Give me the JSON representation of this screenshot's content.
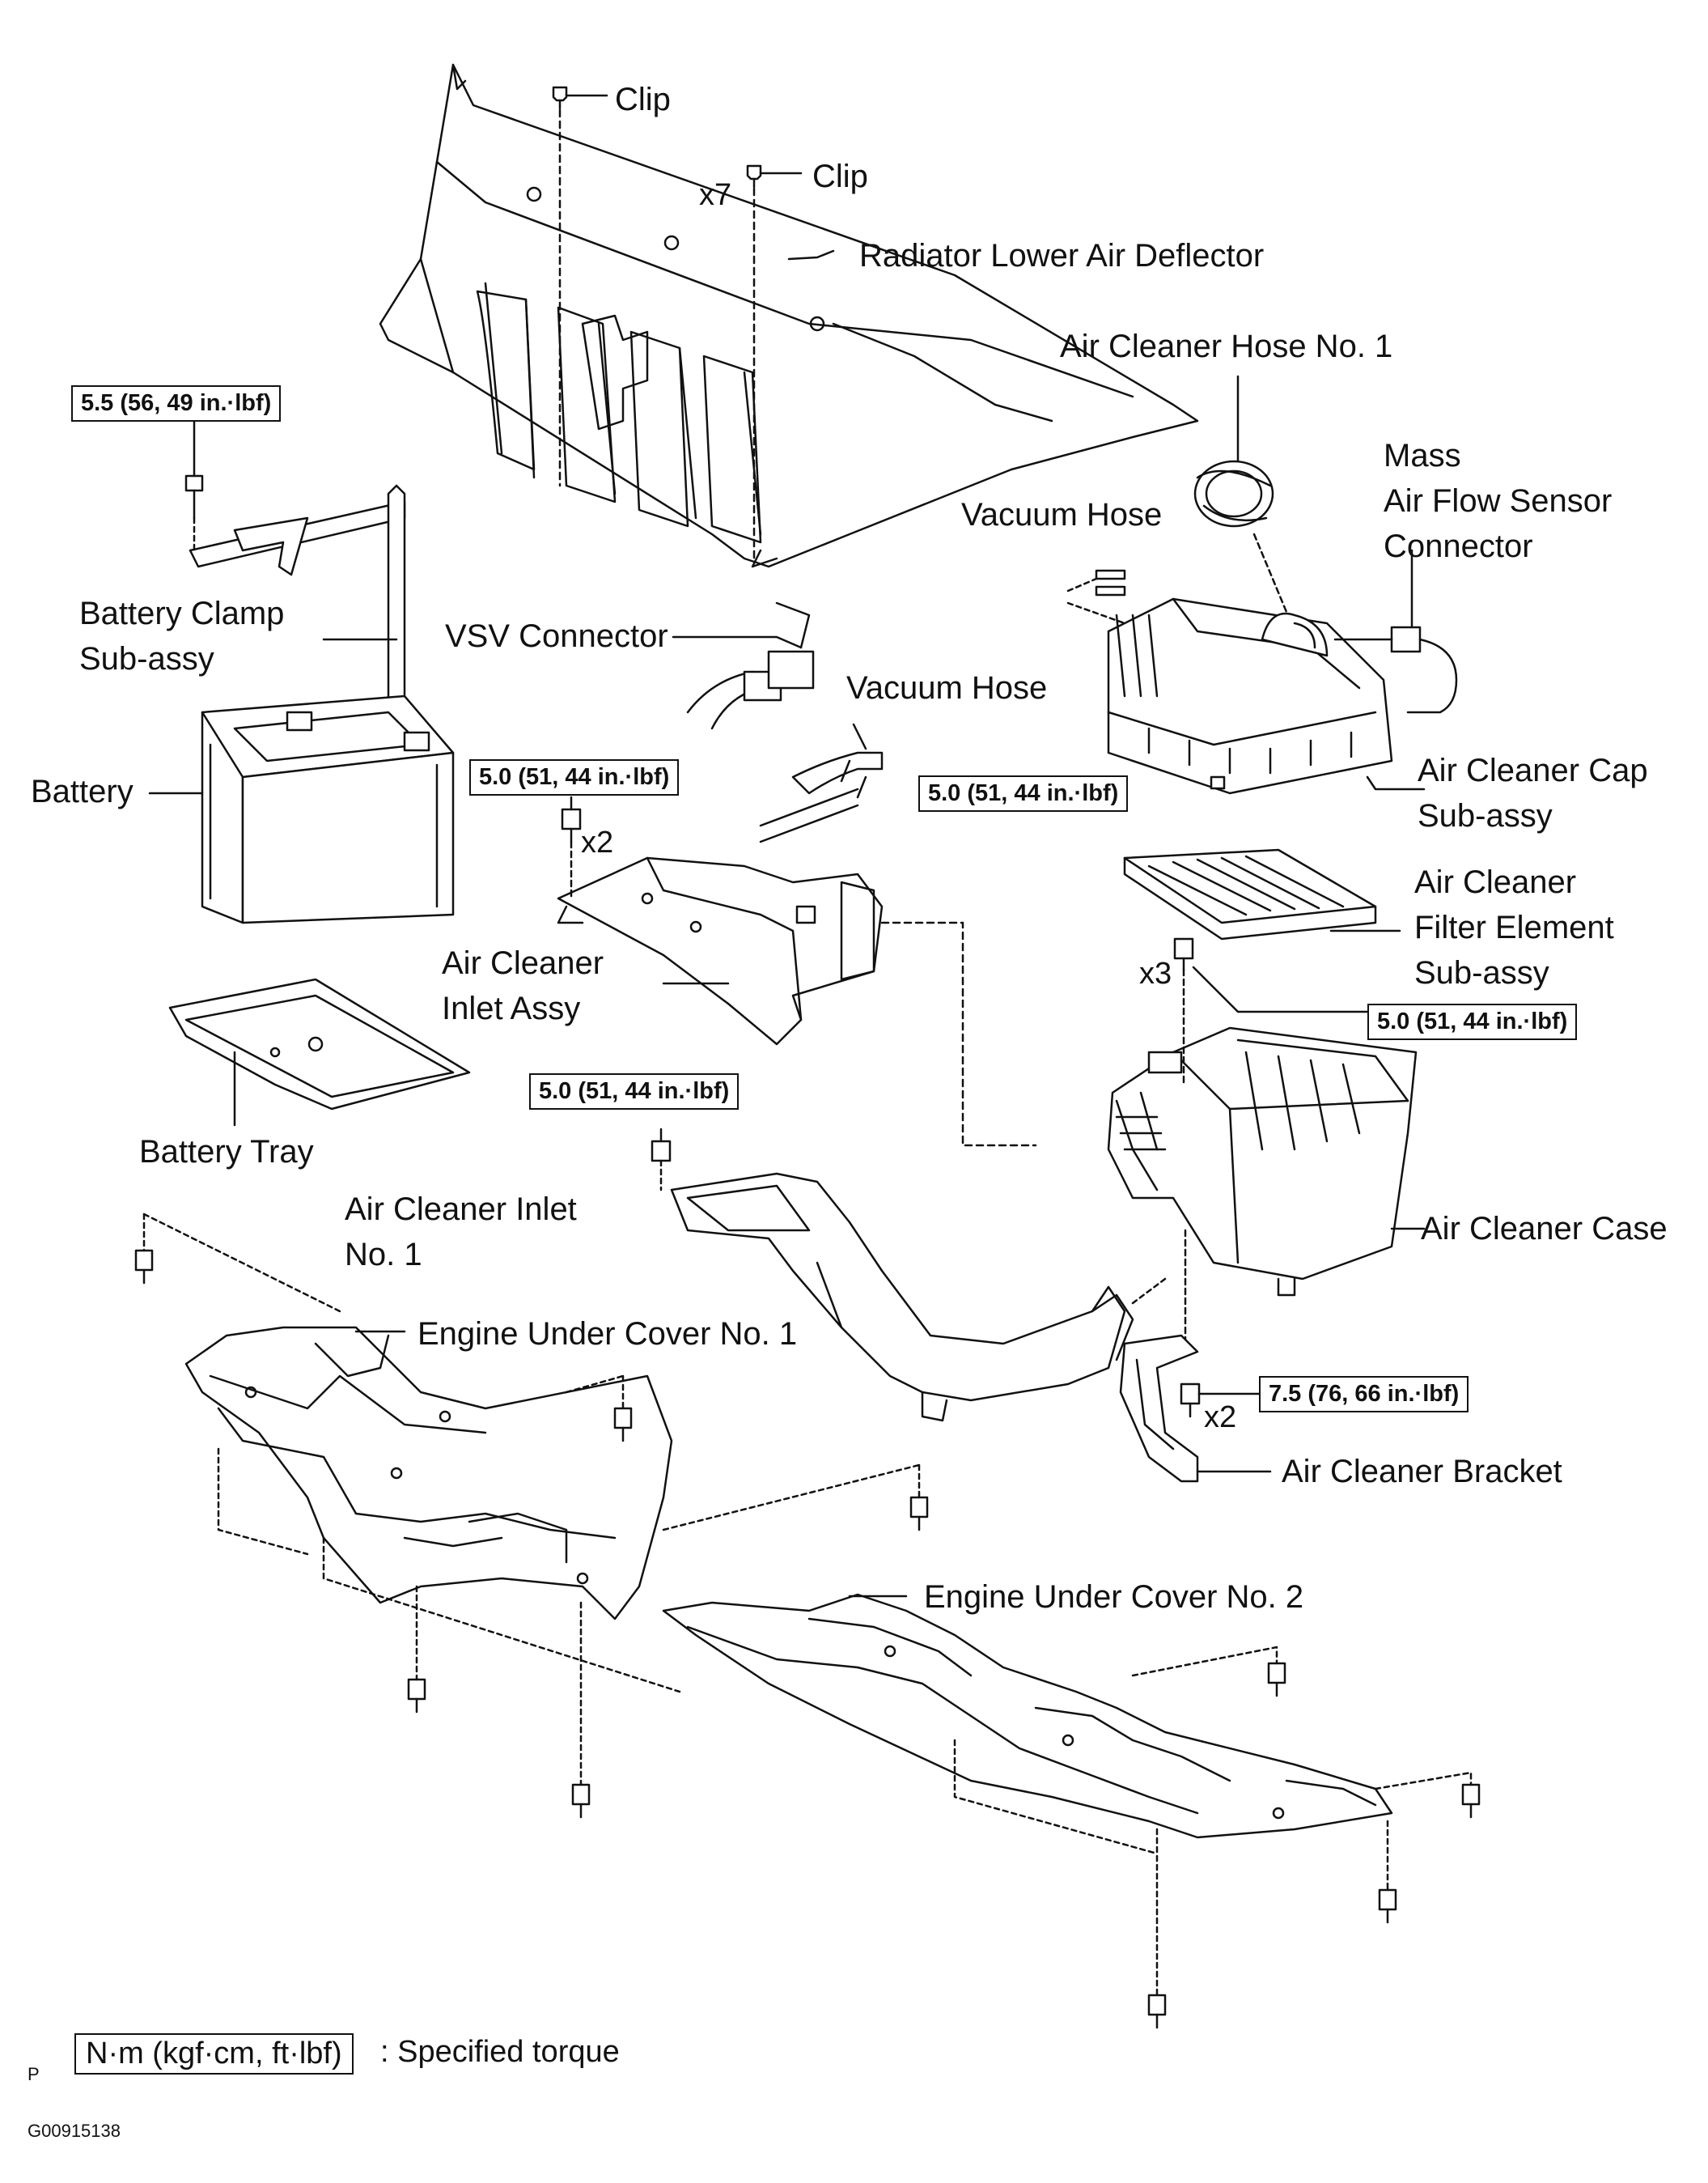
{
  "labels": {
    "clip_1": "Clip",
    "clip_2": "Clip",
    "radiator_deflector": "Radiator Lower Air Deflector",
    "air_cleaner_hose": "Air Cleaner Hose No. 1",
    "maf_sensor": [
      "Mass",
      "Air Flow Sensor",
      "Connector"
    ],
    "vacuum_hose_1": "Vacuum Hose",
    "vacuum_hose_2": "Vacuum Hose",
    "battery_clamp": [
      "Battery Clamp",
      "Sub-assy"
    ],
    "vsv_connector": "VSV Connector",
    "battery": "Battery",
    "air_cleaner_cap": [
      "Air Cleaner Cap",
      "Sub-assy"
    ],
    "filter_element": [
      "Air Cleaner",
      "Filter Element",
      "Sub-assy"
    ],
    "inlet_assy": [
      "Air Cleaner",
      "Inlet Assy"
    ],
    "battery_tray": "Battery Tray",
    "inlet_no1": [
      "Air Cleaner Inlet",
      "No. 1"
    ],
    "air_cleaner_case": "Air Cleaner Case",
    "under_cover_1": "Engine Under Cover No. 1",
    "air_cleaner_bracket": "Air Cleaner Bracket",
    "under_cover_2": "Engine Under Cover No. 2"
  },
  "torques": {
    "battery_clamp": "5.5 (56, 49 in.·lbf)",
    "inlet_assy": "5.0 (51, 44 in.·lbf)",
    "cap": "5.0 (51, 44 in.·lbf)",
    "case": "5.0 (51, 44 in.·lbf)",
    "inlet_no1": "5.0 (51, 44 in.·lbf)",
    "bracket": "7.5 (76, 66 in.·lbf)"
  },
  "quantities": {
    "clip": "x7",
    "inlet_assy_bolts": "x2",
    "case_bolts": "x3",
    "bracket_bolts": "x2"
  },
  "legend": {
    "box": "N·m (kgf·cm, ft·lbf)",
    "text": ": Specified torque"
  },
  "footer": {
    "prefix": "P",
    "code": "G00915138"
  }
}
